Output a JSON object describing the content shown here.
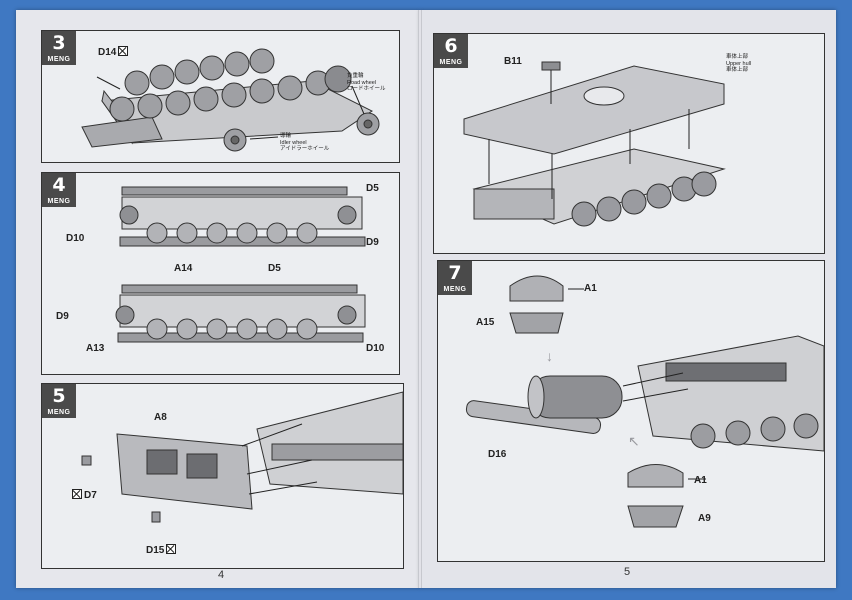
{
  "brand": "MENG",
  "pages": [
    {
      "number": "4",
      "steps": [
        {
          "number": "3",
          "labels": {
            "d14": "D14",
            "road_wheel_cn": "負重輪",
            "road_wheel_en": "Road wheel",
            "road_wheel_jp": "ロードホイール",
            "idler_cn": "導輪",
            "idler_en": "Idler wheel",
            "idler_jp": "アイドラーホイール"
          }
        },
        {
          "number": "4",
          "labels": {
            "d5_top": "D5",
            "d10_top": "D10",
            "d9_top": "D9",
            "a14": "A14",
            "d5_bottom": "D5",
            "d9_bottom": "D9",
            "a13": "A13",
            "d10_bottom": "D10"
          }
        },
        {
          "number": "5",
          "labels": {
            "a8": "A8",
            "d7": "D7",
            "d15": "D15"
          }
        }
      ]
    },
    {
      "number": "5",
      "steps": [
        {
          "number": "6",
          "labels": {
            "b11": "B11",
            "upper_hull_cn": "車体上部",
            "upper_hull_en": "Upper hull",
            "upper_hull_jp": "車体上部"
          }
        },
        {
          "number": "7",
          "labels": {
            "a1_top": "A1",
            "a15": "A15",
            "d16": "D16",
            "a1_bottom": "A1",
            "a9": "A9"
          }
        }
      ]
    }
  ]
}
